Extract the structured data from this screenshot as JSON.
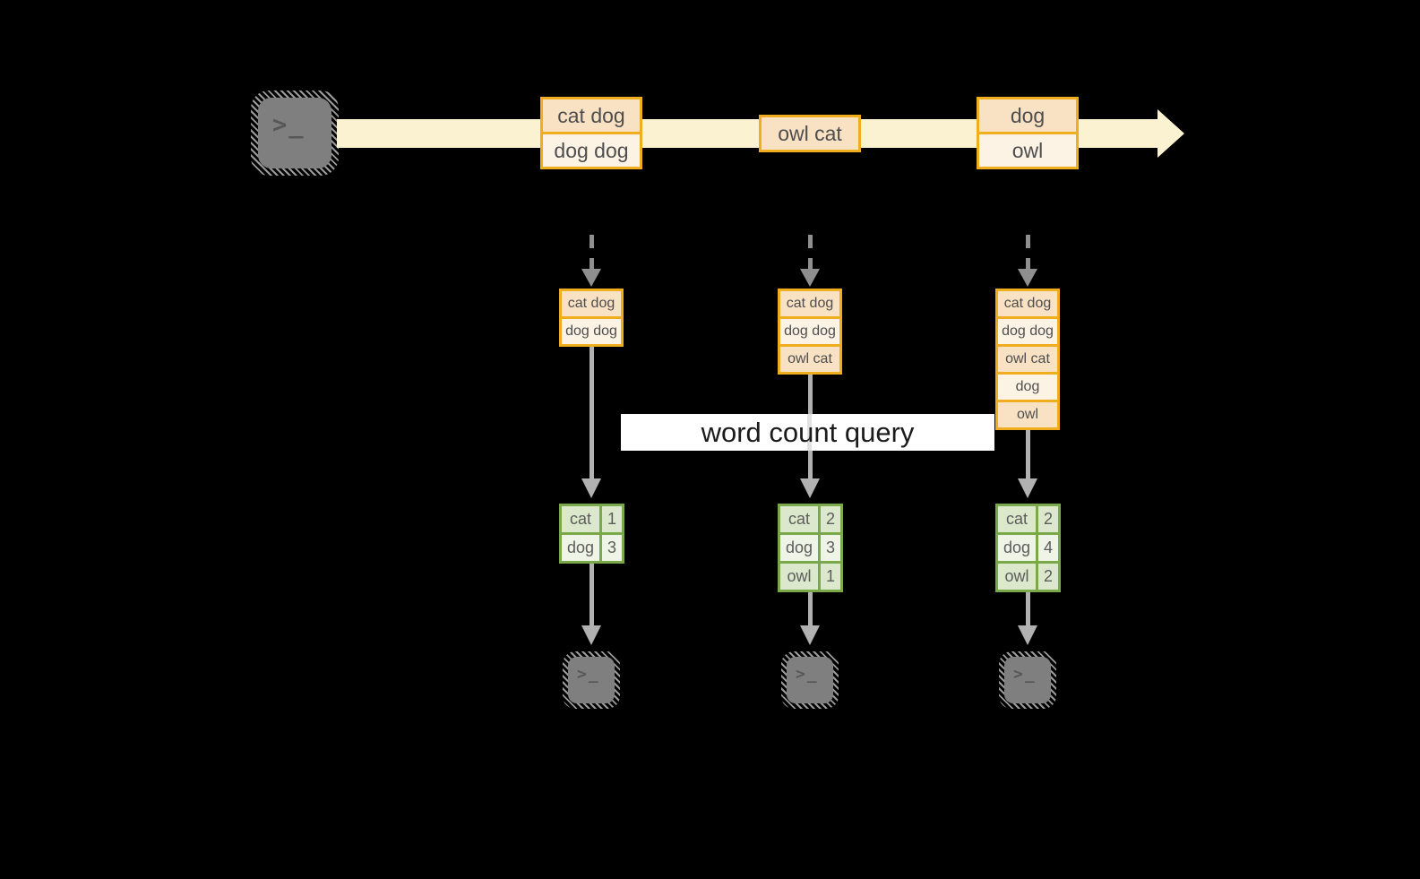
{
  "query": {
    "label": "word count query"
  },
  "icons": {
    "terminal": {
      "name": "terminal-icon",
      "glyph": ">_"
    }
  },
  "stream": {
    "events": [
      {
        "rows": [
          "cat dog",
          "dog dog"
        ]
      },
      {
        "rows": [
          "owl cat"
        ]
      },
      {
        "rows": [
          "dog",
          "owl"
        ]
      }
    ]
  },
  "columns": [
    {
      "state_rows": [
        "cat dog",
        "dog dog"
      ],
      "counts": [
        {
          "word": "cat",
          "count": 1
        },
        {
          "word": "dog",
          "count": 3
        }
      ]
    },
    {
      "state_rows": [
        "cat dog",
        "dog dog",
        "owl cat"
      ],
      "counts": [
        {
          "word": "cat",
          "count": 2
        },
        {
          "word": "dog",
          "count": 3
        },
        {
          "word": "owl",
          "count": 1
        }
      ]
    },
    {
      "state_rows": [
        "cat dog",
        "dog dog",
        "owl cat",
        "dog",
        "owl"
      ],
      "counts": [
        {
          "word": "cat",
          "count": 2
        },
        {
          "word": "dog",
          "count": 4
        },
        {
          "word": "owl",
          "count": 2
        }
      ]
    }
  ],
  "colors": {
    "background": "#000000",
    "stream_band": "#fbf2d1",
    "event_border": "#f0ad1d",
    "event_fill_dark": "#f9e2c4",
    "event_fill_light": "#fdf3e5",
    "table_border": "#7aa94c",
    "table_fill_dark": "#dce8cb",
    "table_fill_light": "#eef4e6",
    "arrow_dark_gray": "#8f8f8f",
    "arrow_light_gray": "#b1b1b1",
    "terminal_gray": "#7f7f7f",
    "banner_bg": "#ffffff",
    "banner_text": "#1b1b1b"
  }
}
